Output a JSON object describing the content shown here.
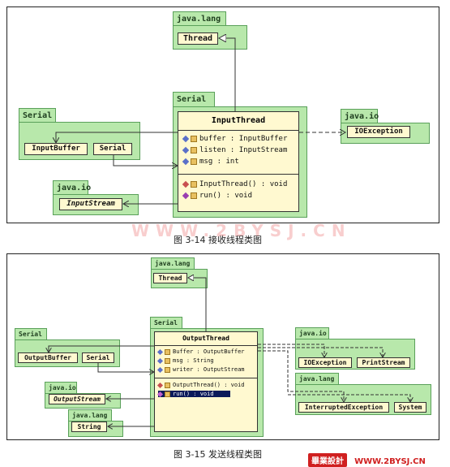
{
  "fig1": {
    "caption": "图 3-14 接收线程类图",
    "watermark": "WWW.2BYSJ.CN",
    "pkg_java_lang": "java.lang",
    "thread": "Thread",
    "pkg_serial_main": "Serial",
    "main_class": {
      "title": "InputThread",
      "attributes": [
        "buffer : InputBuffer",
        "listen : InputStream",
        "msg : int"
      ],
      "operations": [
        "InputThread() : void",
        "run() : void"
      ]
    },
    "pkg_serial_left": "Serial",
    "input_buffer": "InputBuffer",
    "serial": "Serial",
    "pkg_java_io_right": "java.io",
    "ioexception": "IOException",
    "pkg_java_io_left": "java.io",
    "input_stream": "InputStream"
  },
  "fig2": {
    "caption": "图 3-15 发送线程类图",
    "pkg_java_lang_top": "java.lang",
    "thread": "Thread",
    "pkg_serial_main": "Serial",
    "main_class": {
      "title": "OutputThread",
      "attributes": [
        "Buffer : OutputBuffer",
        "msg : String",
        "writer : OutputStream"
      ],
      "operations": [
        "OutputThread() : void",
        "run() : void"
      ]
    },
    "pkg_serial_left": "Serial",
    "output_buffer": "OutputBuffer",
    "serial": "Serial",
    "pkg_java_io_left": "java.io",
    "output_stream": "OutputStream",
    "pkg_java_lang_left": "java.lang",
    "string": "String",
    "pkg_java_io_right": "java.io",
    "ioexception": "IOException",
    "print_stream": "PrintStream",
    "pkg_java_lang_right": "java.lang",
    "interrupted_exception": "InterruptedException",
    "system": "System"
  },
  "brand": {
    "cn": "畢業設計",
    "url": "WWW.2BYSJ.CN"
  },
  "colors": {
    "package_fill": "#b8e8ab",
    "class_fill": "#fff9d0",
    "watermark": "#e85050",
    "brand_red": "#d02020"
  }
}
